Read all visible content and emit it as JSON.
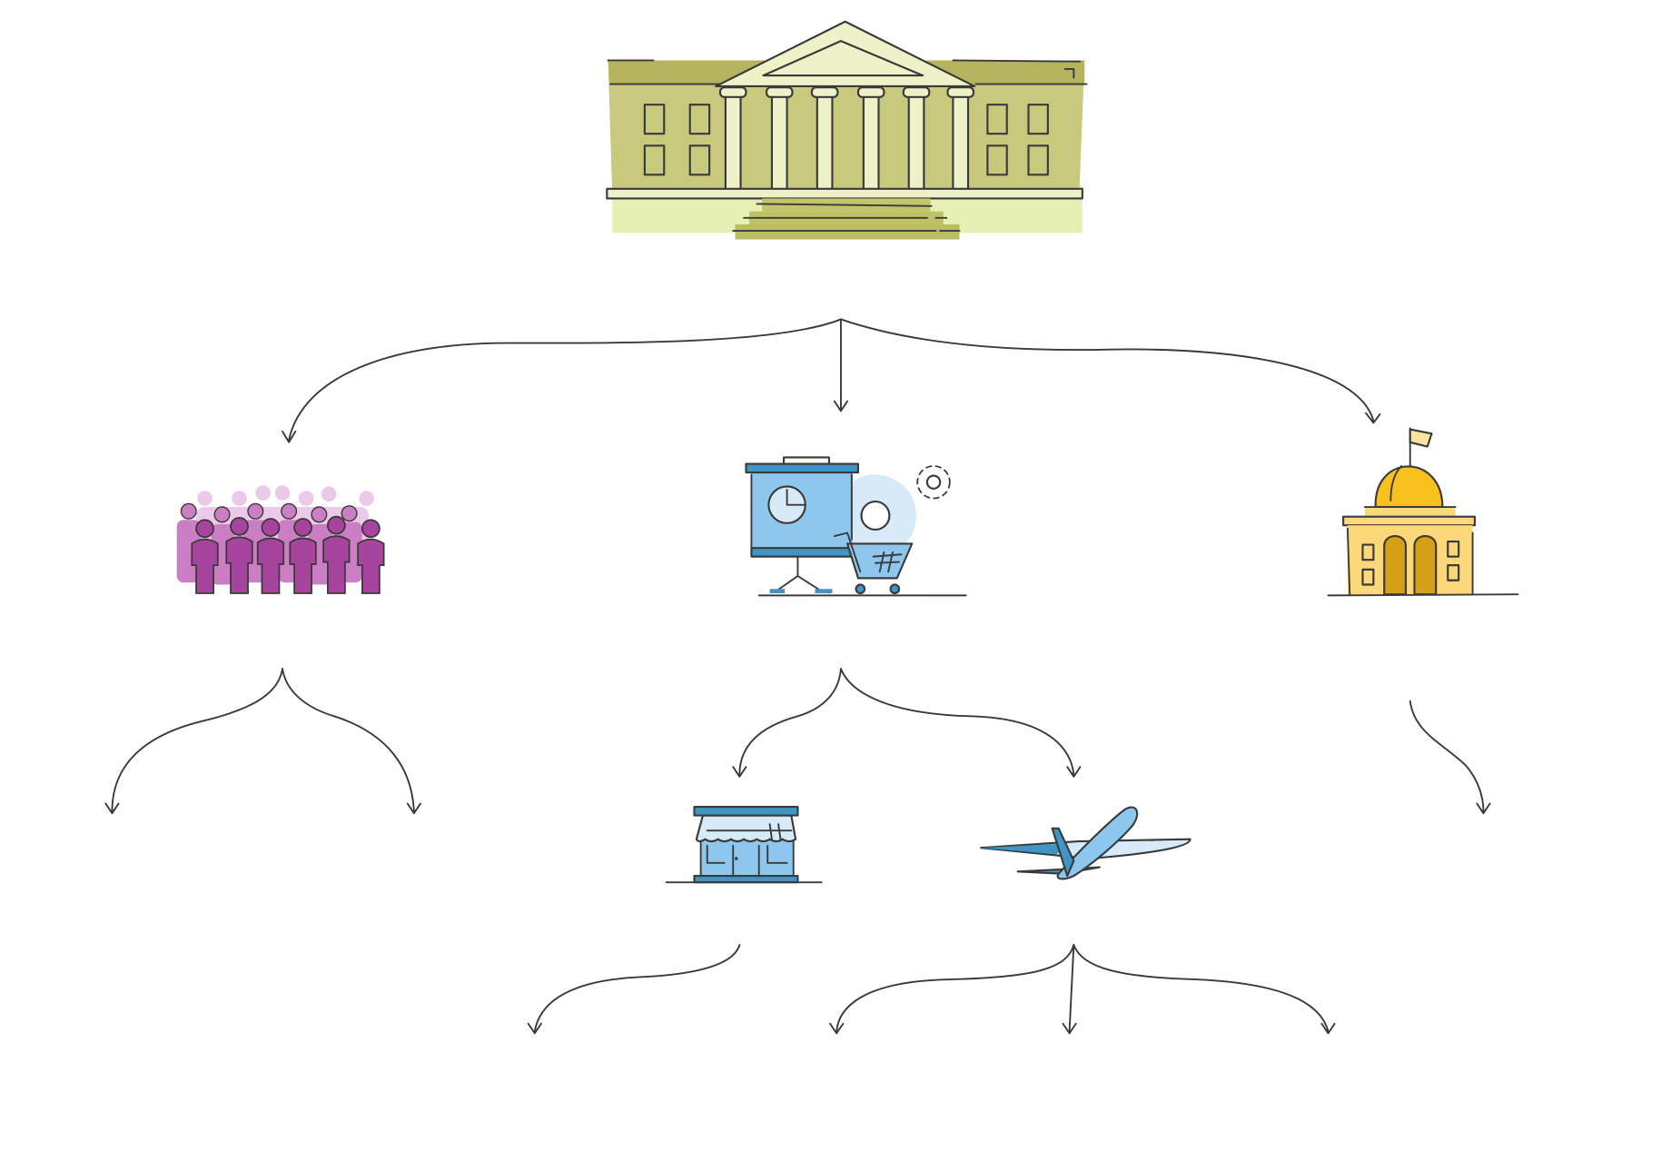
{
  "diagram": {
    "title": "",
    "nodes": [
      {
        "id": "root",
        "icon": "government-building-icon",
        "label": ""
      },
      {
        "id": "people",
        "icon": "crowd-icon",
        "label": ""
      },
      {
        "id": "business",
        "icon": "business-presentation-cart-icon",
        "label": ""
      },
      {
        "id": "government",
        "icon": "capitol-dome-icon",
        "label": ""
      },
      {
        "id": "shop",
        "icon": "storefront-icon",
        "label": ""
      },
      {
        "id": "travel",
        "icon": "airplane-icon",
        "label": ""
      }
    ],
    "edges": [
      {
        "from": "root",
        "to": "people"
      },
      {
        "from": "root",
        "to": "business"
      },
      {
        "from": "root",
        "to": "government"
      },
      {
        "from": "people",
        "to": "empty-left-1"
      },
      {
        "from": "people",
        "to": "empty-left-2"
      },
      {
        "from": "business",
        "to": "shop"
      },
      {
        "from": "business",
        "to": "travel"
      },
      {
        "from": "government",
        "to": "empty-right"
      },
      {
        "from": "shop",
        "to": "empty-bottom-1"
      },
      {
        "from": "travel",
        "to": "empty-bottom-2"
      },
      {
        "from": "travel",
        "to": "empty-bottom-3"
      },
      {
        "from": "travel",
        "to": "empty-bottom-4"
      }
    ]
  },
  "colors": {
    "background": "#ffffff",
    "line": "#3a3a3a",
    "building_olive": "#c8c97c",
    "building_roof": "#b5b35c",
    "building_light": "#eef2c8",
    "crowd_dark": "#a7449e",
    "crowd_mid": "#cc7ec4",
    "crowd_light": "#e8b9e2",
    "blue_dark": "#3f96c6",
    "blue_mid": "#8ec7ee",
    "blue_light": "#d6eaf8",
    "gold_dome": "#f9c11c",
    "gold_body": "#fdd87a",
    "gold_door": "#d4a116"
  }
}
